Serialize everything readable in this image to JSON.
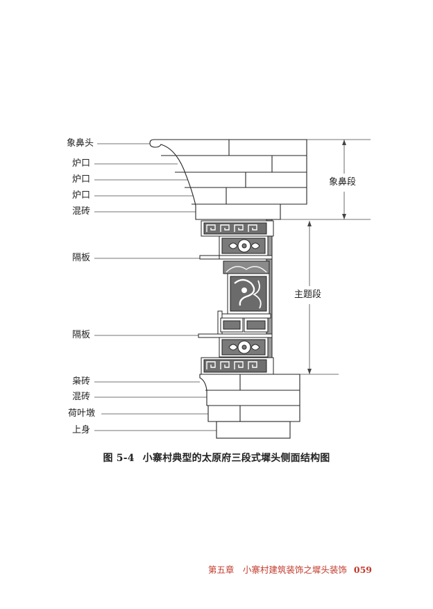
{
  "figure": {
    "labels": {
      "xiangbitou": "象鼻头",
      "lukou1": "炉口",
      "lukou2": "炉口",
      "lukou3": "炉口",
      "hunzhuan1": "混砖",
      "geban1": "隔板",
      "geban2": "隔板",
      "xiaozhuan": "枭砖",
      "hunzhuan2": "混砖",
      "heyedun": "荷叶墩",
      "shangshen": "上身",
      "xiangbiduan": "象鼻段",
      "zhutiduan": "主题段"
    },
    "caption": {
      "number": "图 5-4",
      "title": "小寨村典型的太原府三段式墀头侧面结构图"
    }
  },
  "footer": {
    "chapter": "第五章　小寨村建筑装饰之墀头装饰",
    "page_number": "059"
  }
}
